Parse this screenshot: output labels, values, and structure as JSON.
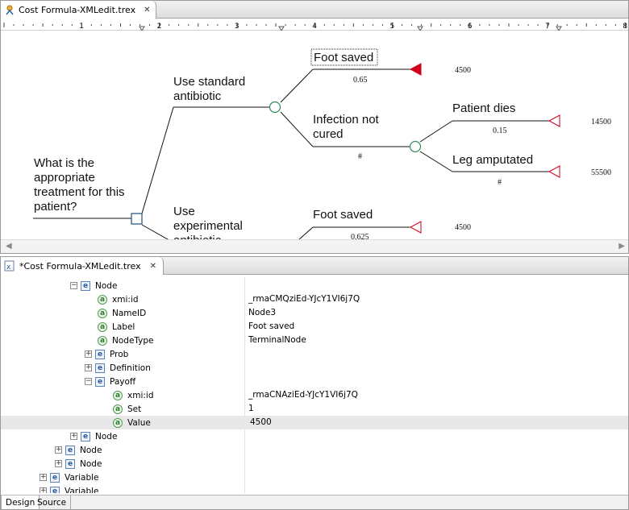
{
  "top_editor": {
    "tab_title": "Cost Formula-XMLedit.trex",
    "ruler_numbers": [
      "1",
      "2",
      "3",
      "4",
      "5",
      "6",
      "7",
      "8"
    ]
  },
  "tree_diagram": {
    "root_question": [
      "What is the",
      "appropriate",
      "treatment for this",
      "patient?"
    ],
    "branch_standard": [
      "Use standard",
      "antibiotic"
    ],
    "branch_experimental": [
      "Use",
      "experimental",
      "antibiotic"
    ],
    "std_foot_saved": "Foot saved",
    "std_foot_saved_prob": "0.65",
    "std_foot_saved_payoff": "4500",
    "infection_not_cured": [
      "Infection not",
      "cured"
    ],
    "infection_prob": "#",
    "patient_dies": "Patient dies",
    "patient_dies_prob": "0.15",
    "patient_dies_payoff": "14500",
    "leg_amputated": "Leg amputated",
    "leg_amputated_prob": "#",
    "leg_amputated_payoff": "55500",
    "exp_foot_saved": "Foot saved",
    "exp_foot_saved_prob": "0.625",
    "exp_foot_saved_payoff": "4500"
  },
  "bottom_editor": {
    "tab_title": "*Cost Formula-XMLedit.trex",
    "rows": [
      {
        "name": "Node",
        "value": ""
      },
      {
        "name": "xmi:id",
        "value": "_rmaCMQziEd-YJcY1VI6j7Q"
      },
      {
        "name": "NameID",
        "value": "Node3"
      },
      {
        "name": "Label",
        "value": "Foot saved"
      },
      {
        "name": "NodeType",
        "value": "TerminalNode"
      },
      {
        "name": "Prob",
        "value": ""
      },
      {
        "name": "Definition",
        "value": ""
      },
      {
        "name": "Payoff",
        "value": ""
      },
      {
        "name": "xmi:id",
        "value": "_rmaCNAziEd-YJcY1VI6j7Q"
      },
      {
        "name": "Set",
        "value": "1"
      },
      {
        "name": "Value",
        "value": "4500"
      },
      {
        "name": "Node",
        "value": ""
      },
      {
        "name": "Node",
        "value": ""
      },
      {
        "name": "Node",
        "value": ""
      },
      {
        "name": "Variable",
        "value": ""
      },
      {
        "name": "Variable",
        "value": ""
      }
    ],
    "bottom_tabs": [
      "Design",
      "Source"
    ]
  },
  "colors": {
    "terminal_selected": "#d0021b",
    "terminal": "#d0021b",
    "chance": "#2e8b57",
    "decision": "#1f4e79"
  }
}
